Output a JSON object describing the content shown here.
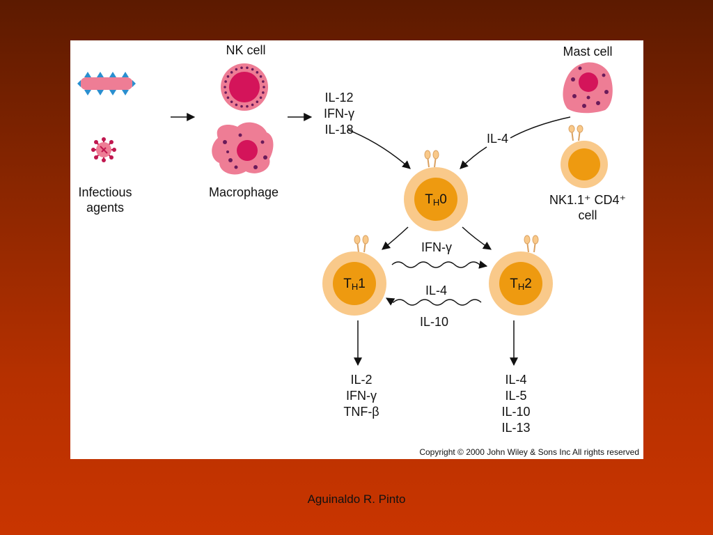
{
  "labels": {
    "nk_cell": "NK cell",
    "macrophage": "Macrophage",
    "mast_cell": "Mast cell",
    "infectious_agents": [
      "Infectious",
      "agents"
    ],
    "nk_cd4": [
      "NK1.1⁺ CD4⁺",
      "cell"
    ],
    "cytokines_in": [
      "IL-12",
      "IFN-γ",
      "IL-18"
    ],
    "il4_from_mast": "IL-4",
    "th0": {
      "main": "T",
      "sub": "H",
      "suffix": "0"
    },
    "th1": {
      "main": "T",
      "sub": "H",
      "suffix": "1"
    },
    "th2": {
      "main": "T",
      "sub": "H",
      "suffix": "2"
    },
    "th1_to_th2": "IFN-γ",
    "th2_to_th1": [
      "IL-4",
      "IL-10"
    ],
    "th1_products": [
      "IL-2",
      "IFN-γ",
      "TNF-β"
    ],
    "th2_products": [
      "IL-4",
      "IL-5",
      "IL-10",
      "IL-13"
    ]
  },
  "copyright": "Copyright © 2000 John Wiley & Sons  Inc   All rights reserved",
  "footer": {
    "author": "Aguinaldo R. Pinto"
  },
  "colors": {
    "th_outer": "#f9c98a",
    "th_inner": "#ee9a10",
    "pink": "#ee7d95",
    "magenta": "#d4145a",
    "dot": "#6a1b5a",
    "blue": "#2a8fd0"
  }
}
